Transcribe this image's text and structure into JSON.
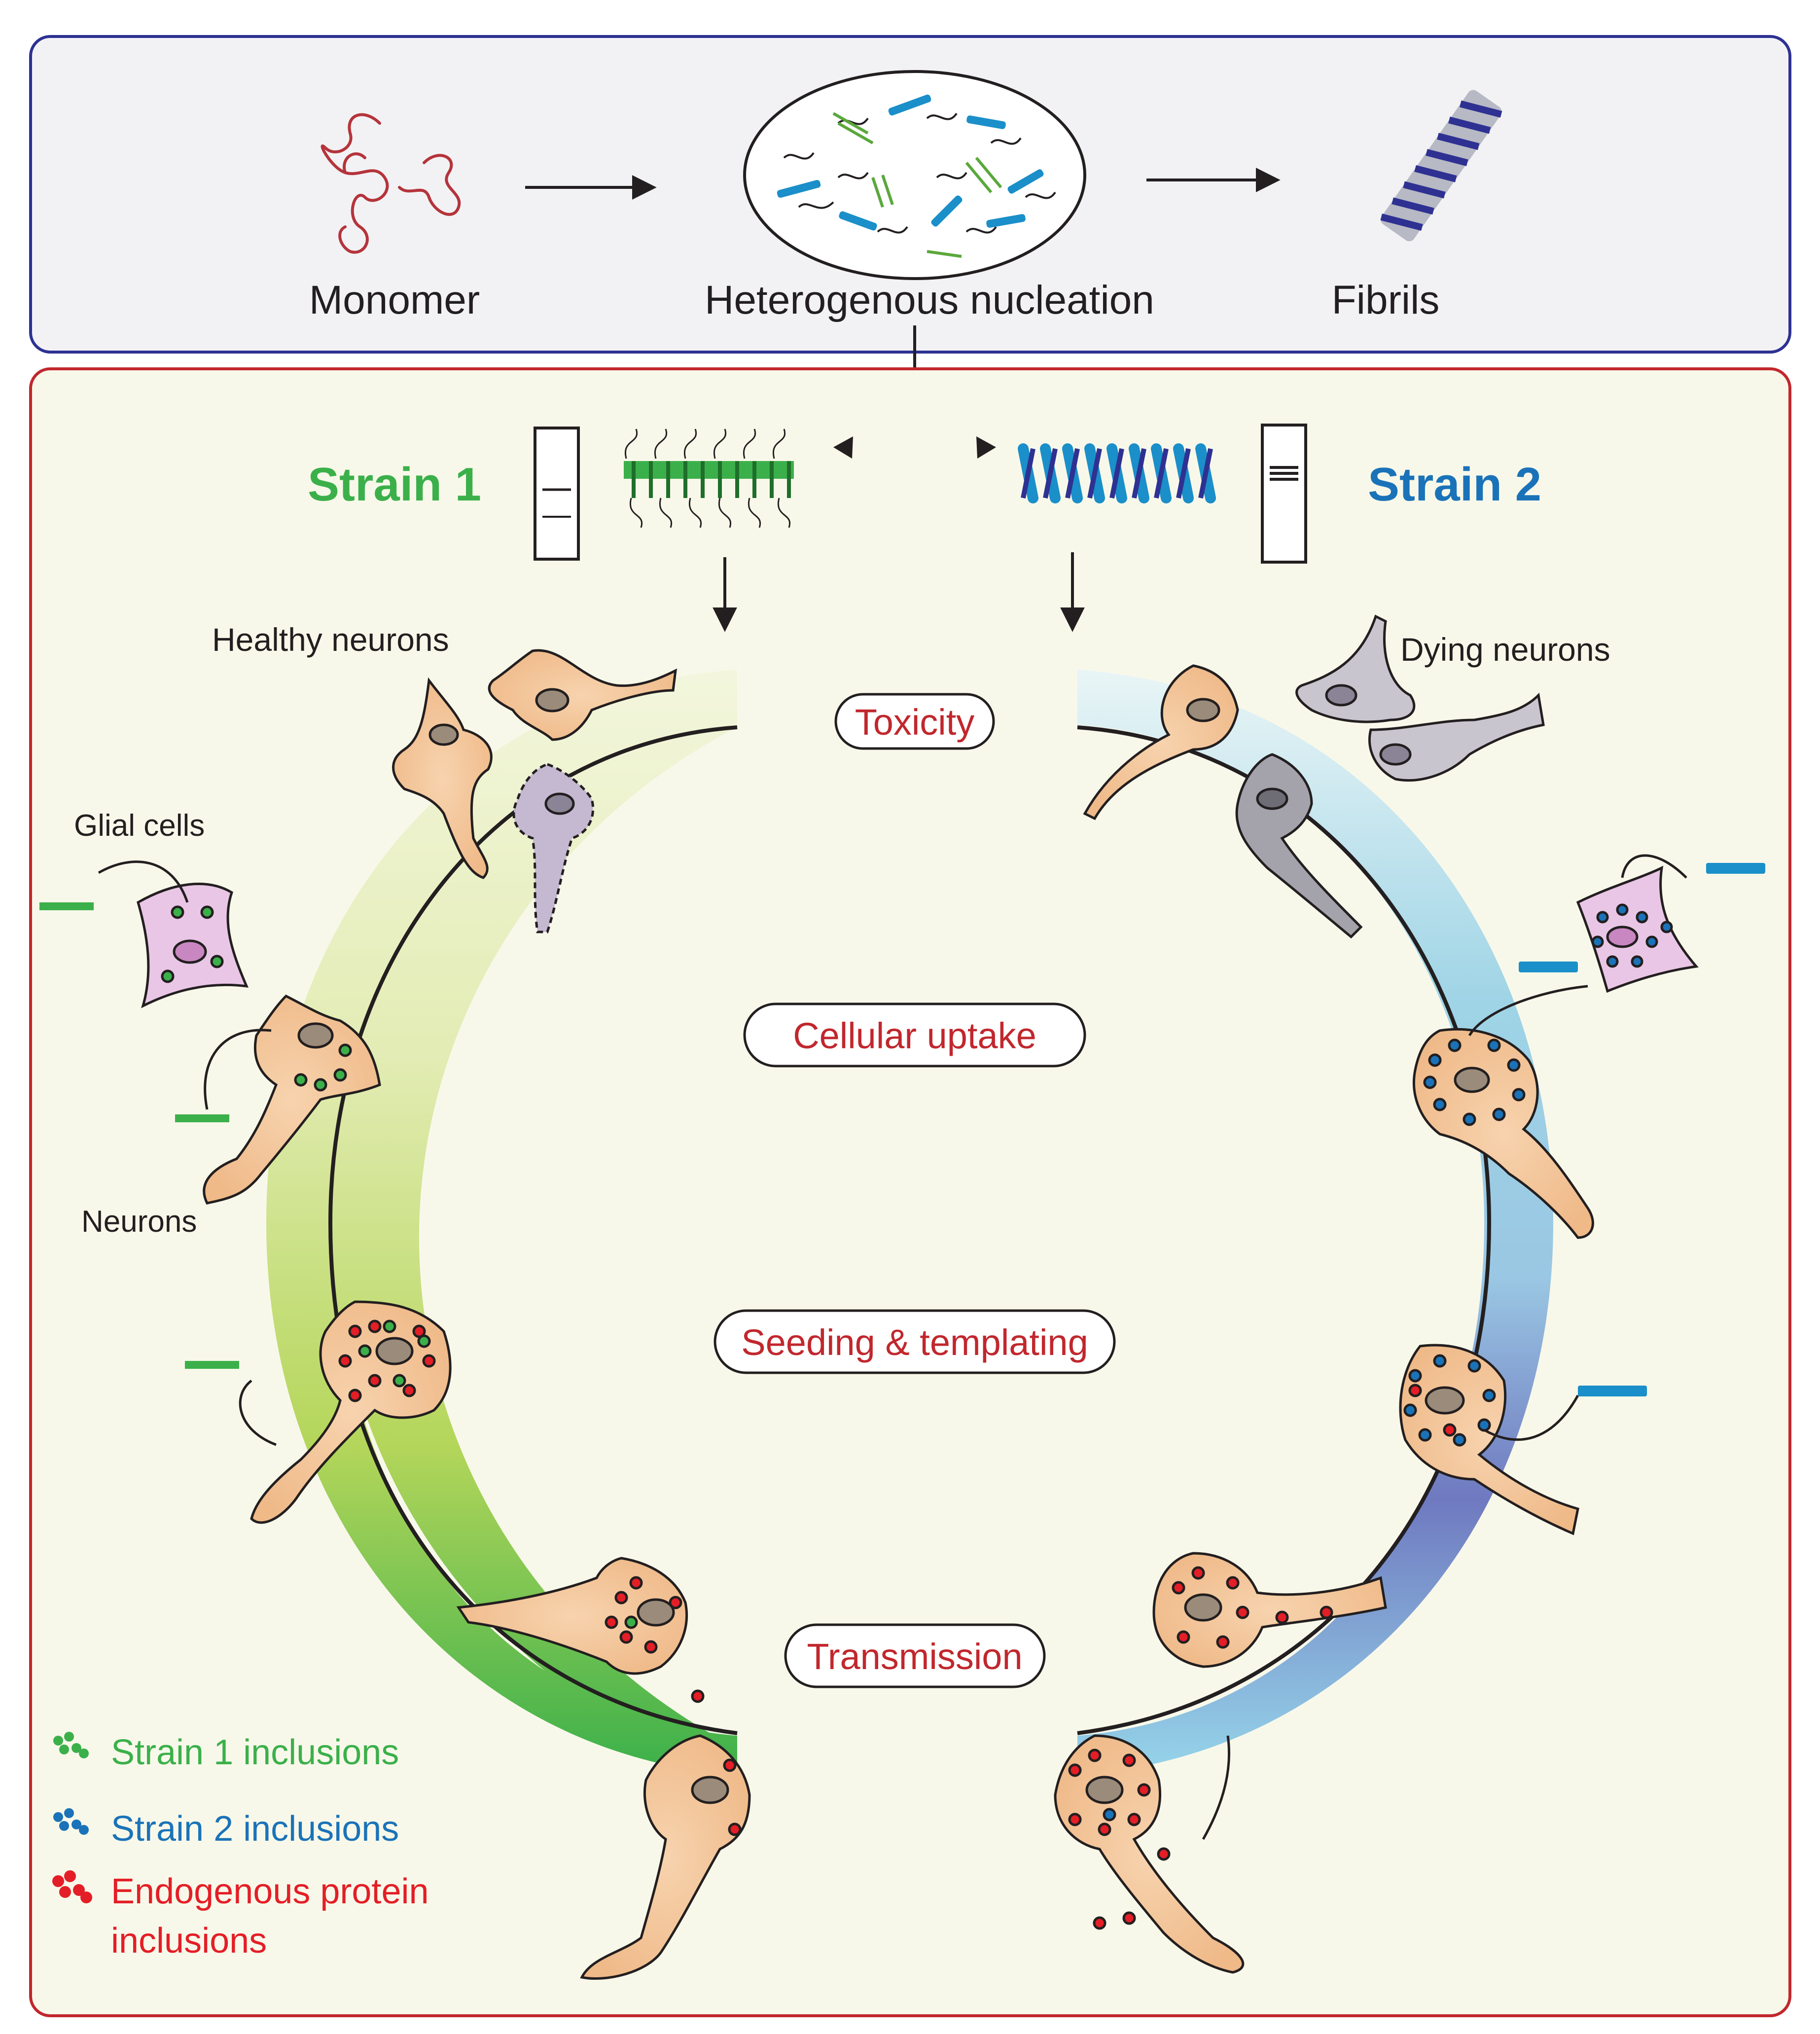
{
  "top_panel": {
    "monomer_label": "Monomer",
    "nucleation_label": "Heterogenous nucleation",
    "fibrils_label": "Fibrils"
  },
  "strains": {
    "strain1_label": "Strain 1",
    "strain2_label": "Strain 2"
  },
  "stages": {
    "toxicity": "Toxicity",
    "uptake": "Cellular uptake",
    "seeding": "Seeding & templating",
    "transmission": "Transmission"
  },
  "cell_labels": {
    "healthy": "Healthy neurons",
    "dying": "Dying neurons",
    "glial": "Glial cells",
    "neurons": "Neurons"
  },
  "legend": {
    "strain1": "Strain 1 inclusions",
    "strain2": "Strain 2 inclusions",
    "endogenous_line1": "Endogenous protein",
    "endogenous_line2": "inclusions"
  },
  "colors": {
    "strain1": "#3bb04a",
    "strain2": "#1a73b8",
    "endogenous": "#e41e26",
    "stage_text": "#c1272d",
    "top_border": "#2e3192",
    "bottom_border": "#c1272d",
    "top_bg": "#f2f2f5",
    "bottom_bg": "#f8f8ea",
    "neuron_fill": "#f5c9a0",
    "glial_fill": "#e9c6e6"
  }
}
